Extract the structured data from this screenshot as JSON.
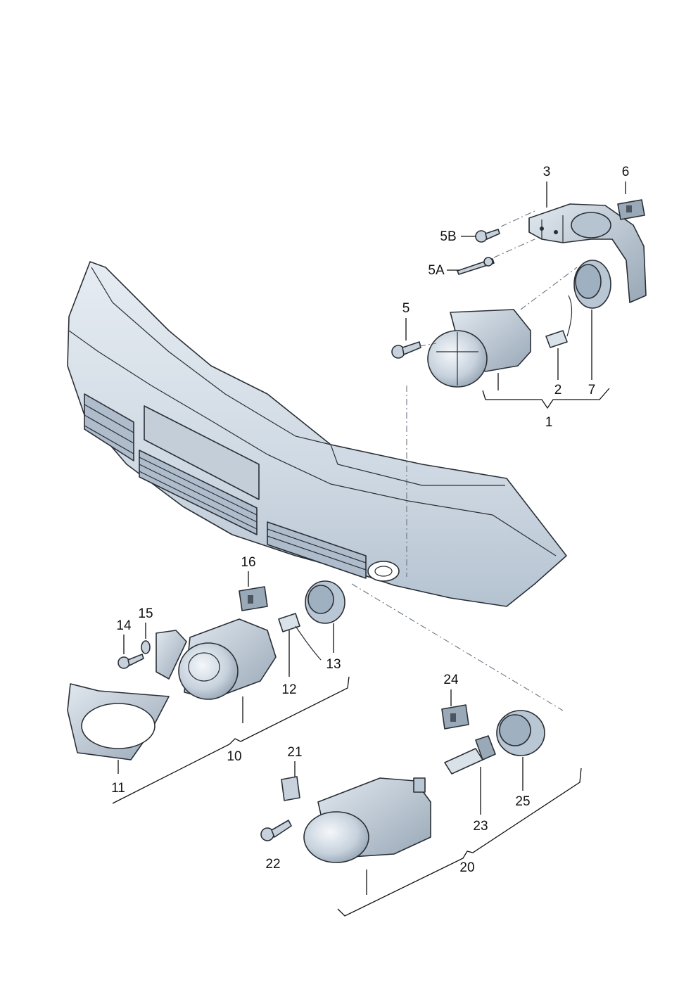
{
  "diagram": {
    "type": "exploded-parts-diagram",
    "callouts": [
      {
        "id": "c3",
        "label": "3"
      },
      {
        "id": "c6",
        "label": "6"
      },
      {
        "id": "c5B",
        "label": "5B"
      },
      {
        "id": "c5A",
        "label": "5A"
      },
      {
        "id": "c5",
        "label": "5"
      },
      {
        "id": "c2",
        "label": "2"
      },
      {
        "id": "c7",
        "label": "7"
      },
      {
        "id": "c1",
        "label": "1"
      },
      {
        "id": "c16",
        "label": "16"
      },
      {
        "id": "c14",
        "label": "14"
      },
      {
        "id": "c15",
        "label": "15"
      },
      {
        "id": "c13",
        "label": "13"
      },
      {
        "id": "c12",
        "label": "12"
      },
      {
        "id": "c10",
        "label": "10"
      },
      {
        "id": "c11",
        "label": "11"
      },
      {
        "id": "c24",
        "label": "24"
      },
      {
        "id": "c21",
        "label": "21"
      },
      {
        "id": "c25",
        "label": "25"
      },
      {
        "id": "c23",
        "label": "23"
      },
      {
        "id": "c22",
        "label": "22"
      },
      {
        "id": "c20",
        "label": "20"
      }
    ],
    "colors": {
      "part_fill": "#d3dce6",
      "part_shade": "#aab8c6",
      "part_dark": "#7e8d9c",
      "outline": "#2a2f36",
      "dashed_line": "#6b7682",
      "text": "#111111"
    }
  }
}
